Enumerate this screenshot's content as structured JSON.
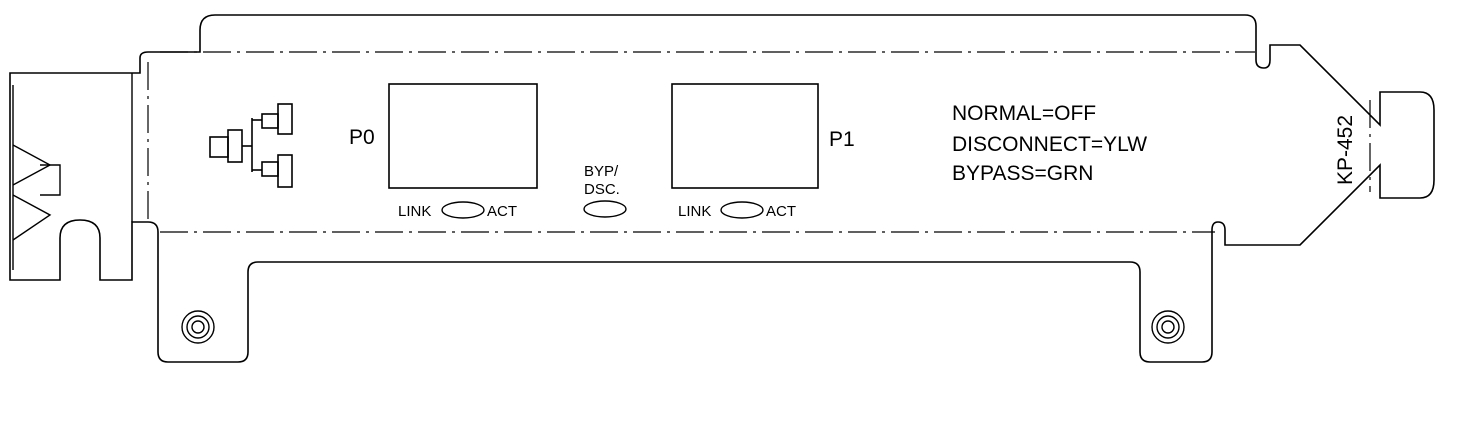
{
  "ports": {
    "p0": {
      "name": "P0",
      "link": "LINK",
      "act": "ACT"
    },
    "p1": {
      "name": "P1",
      "link": "LINK",
      "act": "ACT"
    }
  },
  "bypass_led": {
    "line1": "BYP/",
    "line2": "DSC."
  },
  "legend": {
    "normal": "NORMAL=OFF",
    "disconnect": "DISCONNECT=YLW",
    "bypass": "BYPASS=GRN"
  },
  "model": "KP-452",
  "icons": [
    "network-topology-icon"
  ],
  "colors": {
    "line": "#000000",
    "background": "#ffffff"
  }
}
